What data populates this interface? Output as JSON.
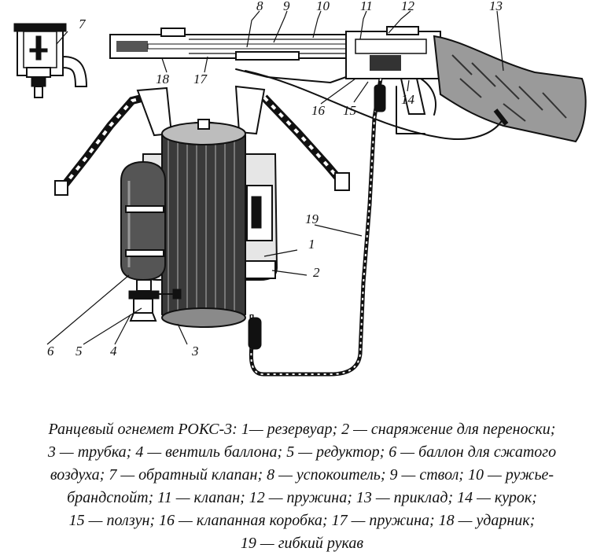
{
  "callouts": {
    "n1": "1",
    "n2": "2",
    "n3": "3",
    "n4": "4",
    "n5": "5",
    "n6": "6",
    "n7": "7",
    "n8": "8",
    "n9": "9",
    "n10": "10",
    "n11": "11",
    "n12": "12",
    "n13": "13",
    "n14": "14",
    "n15": "15",
    "n16": "16",
    "n17": "17",
    "n18": "18",
    "n19": "19"
  },
  "caption": {
    "lines": [
      "Ранцевый огнемет РОКС-3: 1— резервуар; 2 — снаряжение для переноски;",
      "3 — трубка; 4 — вентиль баллона; 5 — редуктор; 6 — баллон для сжатого",
      "воздуха; 7 — обратный клапан; 8 — успокоитель; 9 — ствол; 10 — ружье-",
      "брандспойт; 11 — клапан; 12 — пружина; 13 — приклад; 14 — курок;",
      "15 — ползун; 16 — клапанная коробка; 17 — пружина; 18 — ударник;",
      "19 — гибкий рукав"
    ]
  }
}
